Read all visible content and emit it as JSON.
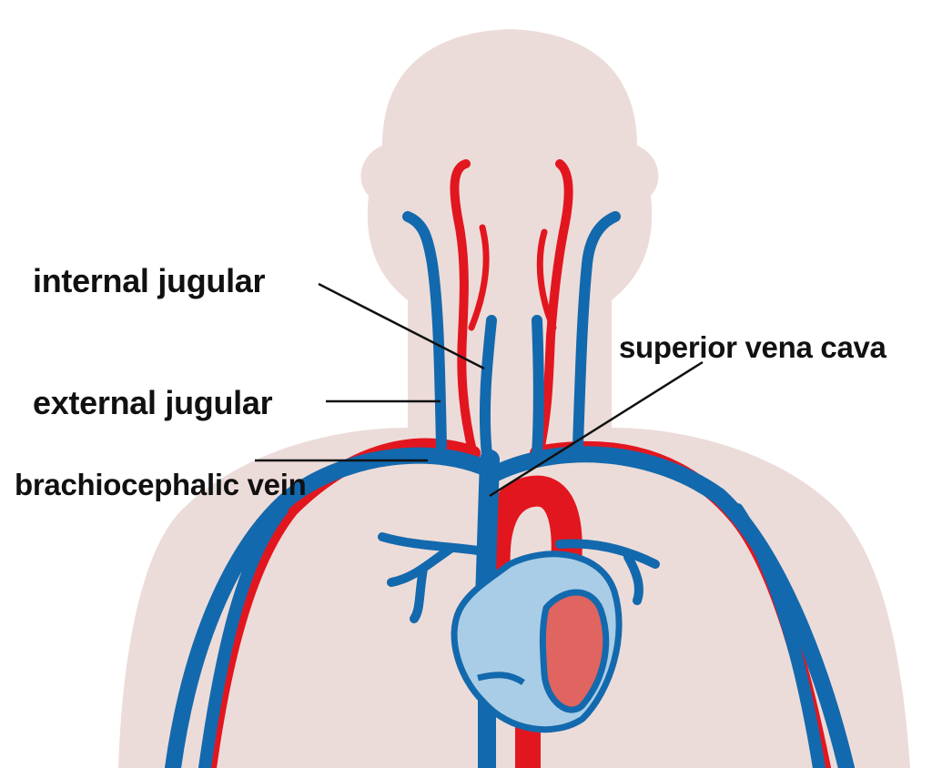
{
  "labels": {
    "internal_jugular": "internal jugular",
    "external_jugular": "external jugular",
    "brachiocephalic_vein": "brachiocephalic vein",
    "superior_vena_cava": "superior vena cava"
  },
  "colors": {
    "skin": "#ecdcd9",
    "vein": "#1369ad",
    "artery": "#e2161f",
    "heart_right": "#a9cde6",
    "heart_left": "#e0645f",
    "leader_line": "#111111"
  }
}
